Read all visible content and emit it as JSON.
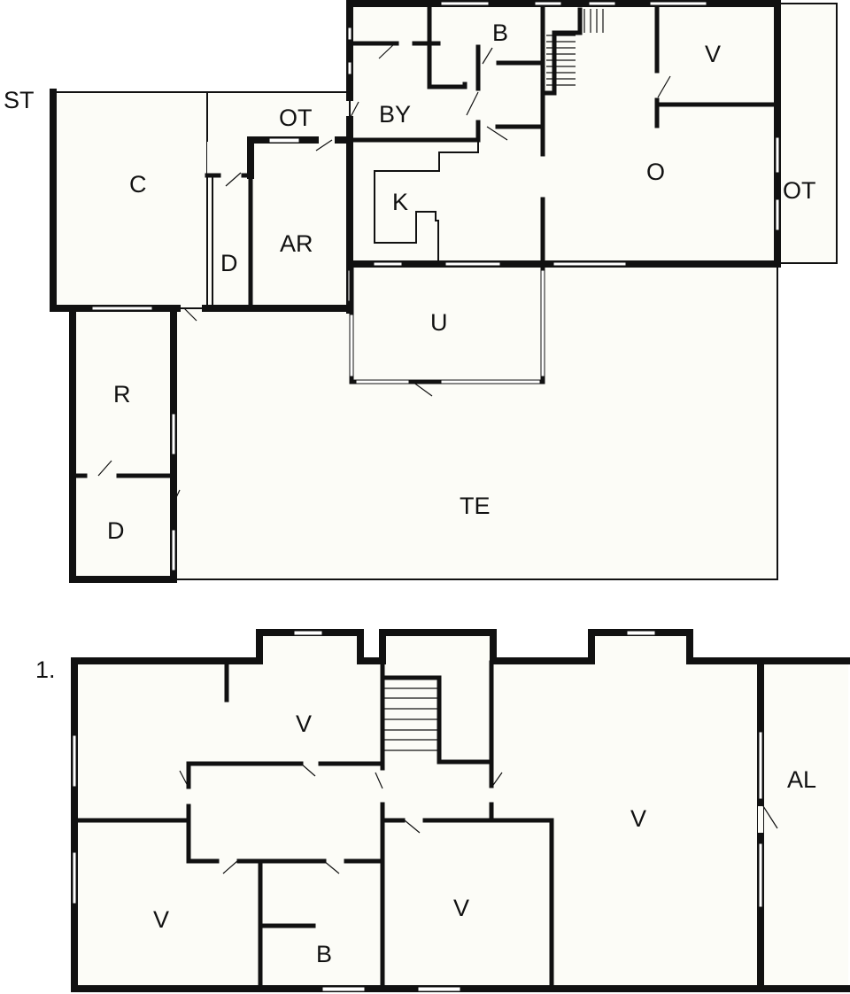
{
  "plan": {
    "ground_floor": {
      "floor_label": "ST",
      "rooms": [
        {
          "label": "C"
        },
        {
          "label": "OT"
        },
        {
          "label": "BY"
        },
        {
          "label": "B"
        },
        {
          "label": "V"
        },
        {
          "label": "K"
        },
        {
          "label": "O"
        },
        {
          "label": "OT"
        },
        {
          "label": "D"
        },
        {
          "label": "AR"
        },
        {
          "label": "U"
        },
        {
          "label": "R"
        },
        {
          "label": "D"
        },
        {
          "label": "TE"
        }
      ]
    },
    "first_floor": {
      "floor_label": "1.",
      "rooms": [
        {
          "label": "V"
        },
        {
          "label": "V"
        },
        {
          "label": "B"
        },
        {
          "label": "V"
        },
        {
          "label": "V"
        },
        {
          "label": "AL"
        }
      ]
    }
  }
}
